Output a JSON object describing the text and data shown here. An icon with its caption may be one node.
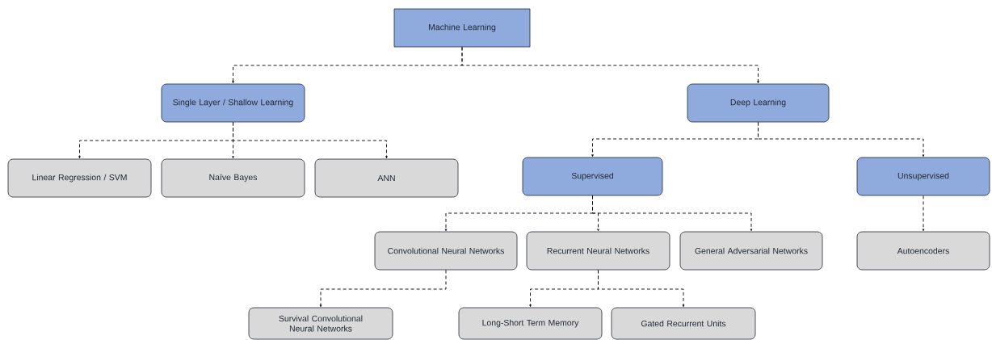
{
  "diagram": {
    "nodes": [
      {
        "text": [
          "Machine Learning"
        ]
      },
      {
        "text": [
          "Single Layer / Shallow Learning"
        ]
      },
      {
        "text": [
          "Deep Learning"
        ]
      },
      {
        "text": [
          "Linear Regression / SVM"
        ]
      },
      {
        "text": [
          "Naïve Bayes"
        ]
      },
      {
        "text": [
          "ANN"
        ]
      },
      {
        "text": [
          "Supervised"
        ]
      },
      {
        "text": [
          "Unsupervised"
        ]
      },
      {
        "text": [
          "Convolutional Neural Networks"
        ]
      },
      {
        "text": [
          "Recurrent Neural Networks"
        ]
      },
      {
        "text": [
          "General Adversarial Networks"
        ]
      },
      {
        "text": [
          "Autoencoders"
        ]
      },
      {
        "text": [
          "Survival Convolutional Neural Networks"
        ]
      },
      {
        "text": [
          "Long-Short Term Memory"
        ]
      },
      {
        "text": [
          "Gated Recurrent Units"
        ]
      }
    ],
    "edges": [
      {
        "from": 0,
        "to": 1,
        "arrow": "to",
        "style": "dashed"
      },
      {
        "from": 0,
        "to": 2,
        "arrow": "to",
        "style": "dashed"
      },
      {
        "from": 1,
        "to": 3,
        "arrow": "to",
        "style": "dashed"
      },
      {
        "from": 1,
        "to": 4,
        "arrow": "to",
        "style": "dashed"
      },
      {
        "from": 1,
        "to": 5,
        "arrow": "to",
        "style": "dashed"
      },
      {
        "from": 2,
        "to": 6,
        "arrow": "to",
        "style": "dashed"
      },
      {
        "from": 2,
        "to": 7,
        "arrow": "to",
        "style": "dashed"
      },
      {
        "from": 6,
        "to": 8,
        "arrow": "to",
        "style": "dashed"
      },
      {
        "from": 6,
        "to": 9,
        "arrow": "to",
        "style": "dashed"
      },
      {
        "from": 6,
        "to": 10,
        "arrow": "to",
        "style": "dashed"
      },
      {
        "from": 7,
        "to": 11,
        "arrow": "to",
        "style": "dashed"
      },
      {
        "from": 8,
        "to": 12,
        "arrow": "to",
        "style": "dashed"
      },
      {
        "from": 9,
        "to": 13,
        "arrow": "to",
        "style": "dashed"
      },
      {
        "from": 9,
        "to": 14,
        "arrow": "to",
        "style": "dashed"
      }
    ]
  }
}
